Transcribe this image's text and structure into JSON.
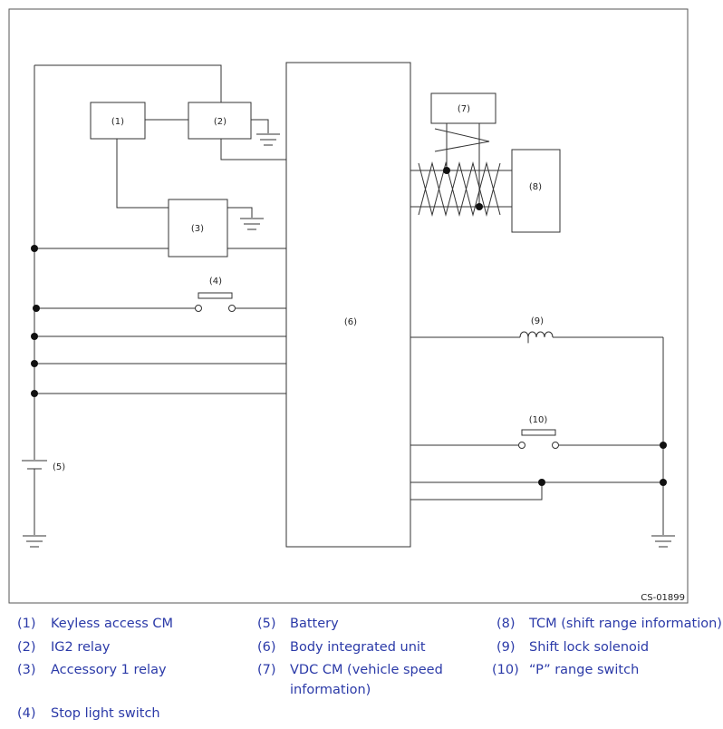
{
  "diagram": {
    "code": "CS-01899",
    "components": {
      "keyless_access_cm": "(1)",
      "ig2_relay": "(2)",
      "accessory1_relay": "(3)",
      "stop_light_switch": "(4)",
      "battery": "(5)",
      "body_integrated_unit": "(6)",
      "vdc_cm": "(7)",
      "tcm": "(8)",
      "shift_lock_solenoid": "(9)",
      "p_range_switch": "(10)"
    }
  },
  "legend": [
    {
      "num": "(1)",
      "text": "Keyless access CM"
    },
    {
      "num": "(2)",
      "text": "IG2 relay"
    },
    {
      "num": "(3)",
      "text": "Accessory 1 relay"
    },
    {
      "num": "(4)",
      "text": "Stop light switch"
    },
    {
      "num": "(5)",
      "text": "Battery"
    },
    {
      "num": "(6)",
      "text": "Body integrated unit"
    },
    {
      "num": "(7)",
      "text": "VDC CM (vehicle speed information)"
    },
    {
      "num": "(8)",
      "text": "TCM (shift range information)"
    },
    {
      "num": "(9)",
      "text": "Shift lock solenoid"
    },
    {
      "num": "(10)",
      "text": "“P” range switch"
    }
  ]
}
